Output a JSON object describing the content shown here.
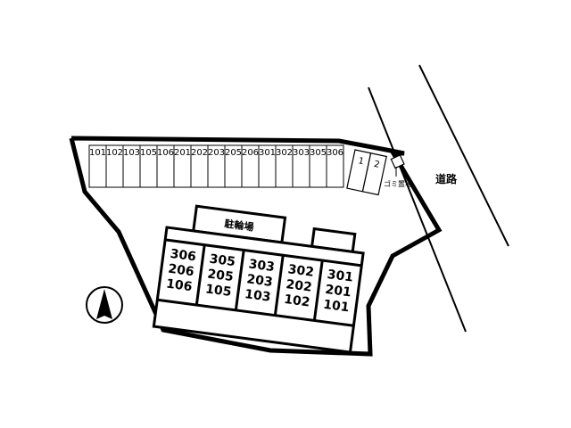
{
  "parking_row": [
    "101",
    "102",
    "103",
    "105",
    "106",
    "201",
    "202",
    "203",
    "205",
    "206",
    "301",
    "302",
    "303",
    "305",
    "306"
  ],
  "extra_parking": [
    "1",
    "2"
  ],
  "garbage_label": "ゴミ置場",
  "road_label": "道路",
  "bike_parking_label": "駐輪場",
  "building_units": [
    [
      "306",
      "206",
      "106"
    ],
    [
      "305",
      "205",
      "105"
    ],
    [
      "303",
      "203",
      "103"
    ],
    [
      "302",
      "202",
      "102"
    ],
    [
      "301",
      "201",
      "101"
    ]
  ],
  "compass": "north-arrow"
}
